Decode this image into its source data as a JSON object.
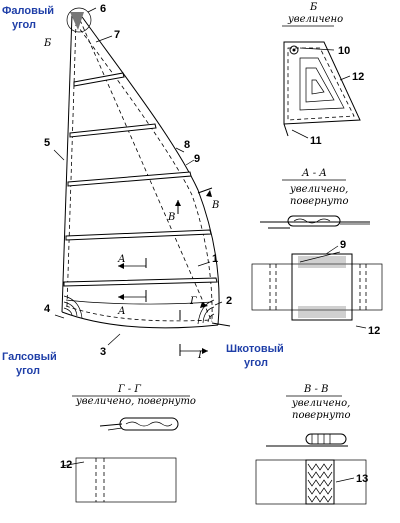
{
  "corners": {
    "head": [
      "Фаловый",
      "угол"
    ],
    "tack": [
      "Галсовый",
      "угол"
    ],
    "clew": [
      "Шкотовый",
      "угол"
    ]
  },
  "callouts": [
    "1",
    "2",
    "3",
    "4",
    "5",
    "6",
    "7",
    "8",
    "9",
    "10",
    "11",
    "12",
    "13"
  ],
  "detail_b": {
    "title": "Б",
    "caption": "увеличено"
  },
  "section_aa": {
    "title": "А - А",
    "caption": [
      "увеличено,",
      "повернуто"
    ]
  },
  "section_gg": {
    "title": "Г - Г",
    "caption": "увеличено, повернуто"
  },
  "section_vv": {
    "title": "В - В",
    "caption": [
      "увеличено,",
      "повернуто"
    ]
  },
  "cut_letters": {
    "a": "А",
    "b": "Б",
    "v": "В",
    "g": "Г"
  }
}
